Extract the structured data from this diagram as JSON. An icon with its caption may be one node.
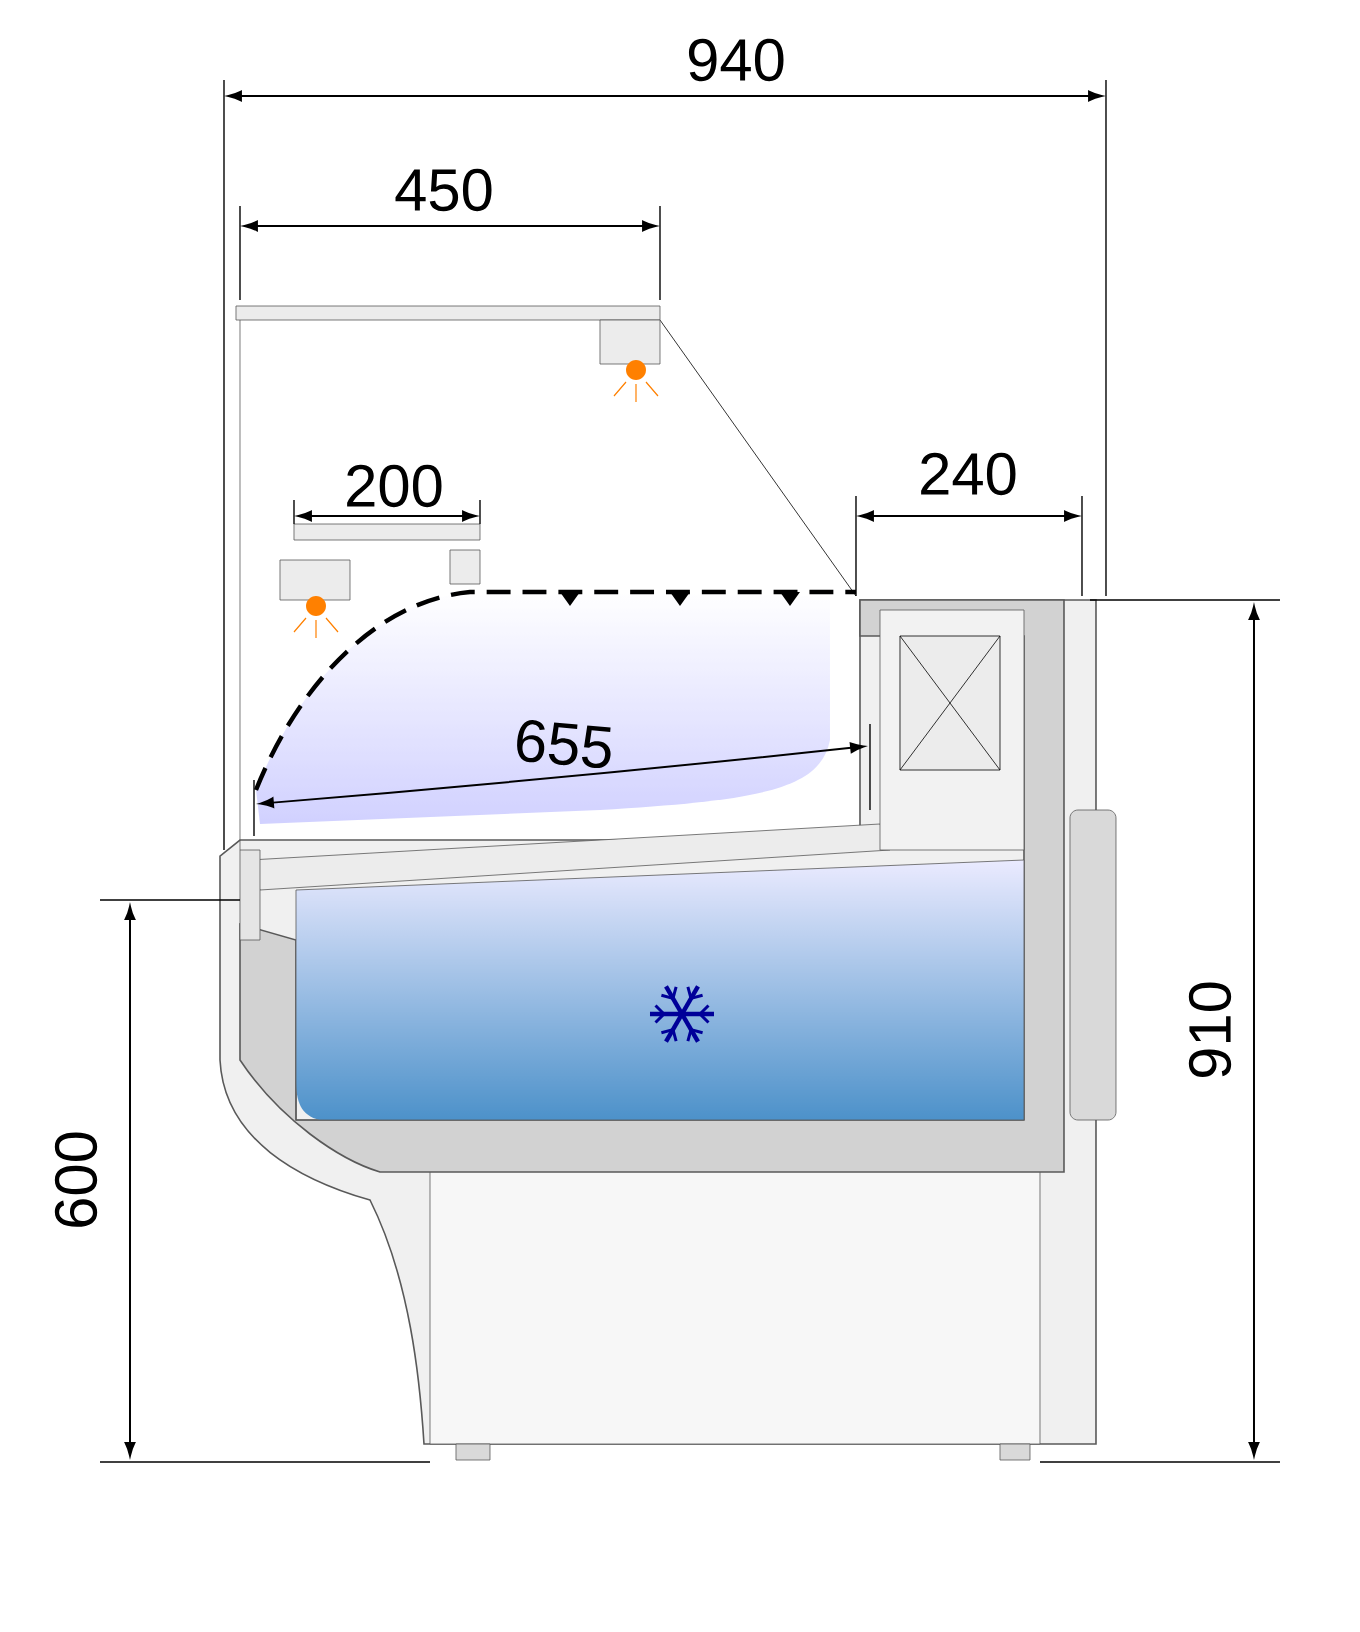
{
  "diagram": {
    "labels": [
      "940",
      "450",
      "200",
      "240",
      "655",
      "600",
      "910"
    ]
  }
}
